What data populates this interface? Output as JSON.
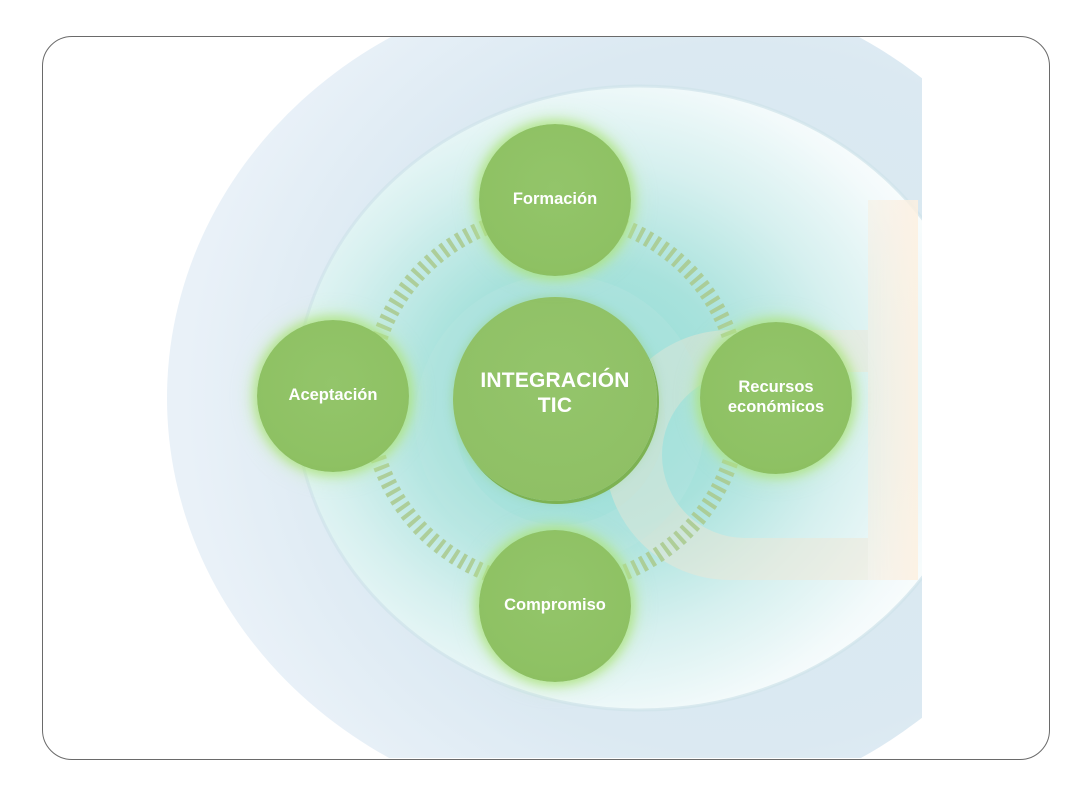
{
  "diagram": {
    "type": "hub-and-spoke",
    "center": {
      "label": "INTEGRACIÓN\nTIC"
    },
    "nodes": [
      {
        "id": "formacion",
        "label": "Formación",
        "position": "top"
      },
      {
        "id": "recursos",
        "label": "Recursos\neconómicos",
        "position": "right"
      },
      {
        "id": "compromiso",
        "label": "Compromiso",
        "position": "bottom"
      },
      {
        "id": "aceptacion",
        "label": "Aceptación",
        "position": "left"
      }
    ],
    "connector_style": "dashed-ring"
  },
  "colors": {
    "node_fill": "#8fc065",
    "node_text": "#ffffff",
    "ring_dash": "#a9c98c",
    "glow_teal": "#8fdad4",
    "band_blue": "#e4eef6",
    "accent_orange": "#fdf1e2",
    "frame_border": "#6a6a6a"
  }
}
